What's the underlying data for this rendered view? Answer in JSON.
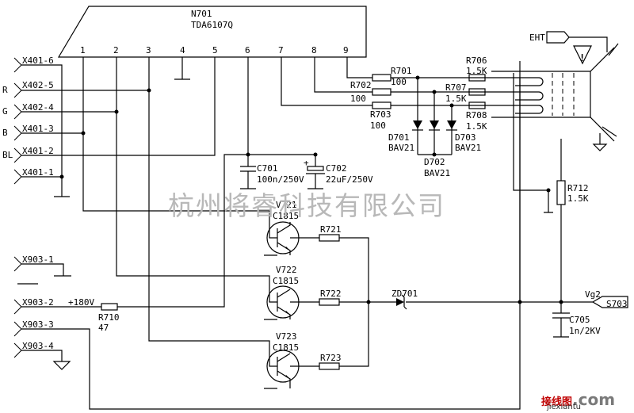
{
  "ic": {
    "ref": "N701",
    "part": "TDA6107Q",
    "pins": [
      "1",
      "2",
      "3",
      "4",
      "5",
      "6",
      "7",
      "8",
      "9"
    ]
  },
  "connectors": [
    "X401-6",
    "X402-5",
    "X402-4",
    "X401-3",
    "X401-2",
    "X401-1",
    "X903-1",
    "X903-2",
    "X903-3",
    "X903-4"
  ],
  "signal_letters": [
    "R",
    "G",
    "B",
    "BL"
  ],
  "resistors": {
    "r701": {
      "ref": "R701",
      "val": "100"
    },
    "r702": {
      "ref": "R702",
      "val": "100"
    },
    "r703": {
      "ref": "R703",
      "val": "100"
    },
    "r706": {
      "ref": "R706",
      "val": "1.5K"
    },
    "r707": {
      "ref": "R707",
      "val": "1.5K"
    },
    "r708": {
      "ref": "R708",
      "val": "1.5K"
    },
    "r712": {
      "ref": "R712",
      "val": "1.5K"
    },
    "r710": {
      "ref": "R710",
      "val": "47"
    },
    "r721": {
      "ref": "R721"
    },
    "r722": {
      "ref": "R722"
    },
    "r723": {
      "ref": "R723"
    }
  },
  "diodes": {
    "d701": {
      "ref": "D701",
      "val": "BAV21"
    },
    "d702": {
      "ref": "D702",
      "val": "BAV21"
    },
    "d703": {
      "ref": "D703",
      "val": "BAV21"
    },
    "zd701": {
      "ref": "ZD701"
    }
  },
  "capacitors": {
    "c701": {
      "ref": "C701",
      "val": "100n/250V"
    },
    "c702": {
      "ref": "C702",
      "val": "22uF/250V"
    },
    "c705": {
      "ref": "C705",
      "val": "1n/2KV"
    }
  },
  "transistors": [
    {
      "ref": "V721",
      "part": "C1815"
    },
    {
      "ref": "V722",
      "part": "C1815"
    },
    {
      "ref": "V723",
      "part": "C1815"
    }
  ],
  "labels": {
    "eht": "EHT",
    "supply": "+180V",
    "vg2": "Vg2",
    "s703": "S703",
    "warning": "!"
  },
  "watermark": "杭州将睿科技有限公司",
  "logo": {
    "cn": "接线图",
    "domain": ".com",
    "sub": "jiexiantu"
  }
}
